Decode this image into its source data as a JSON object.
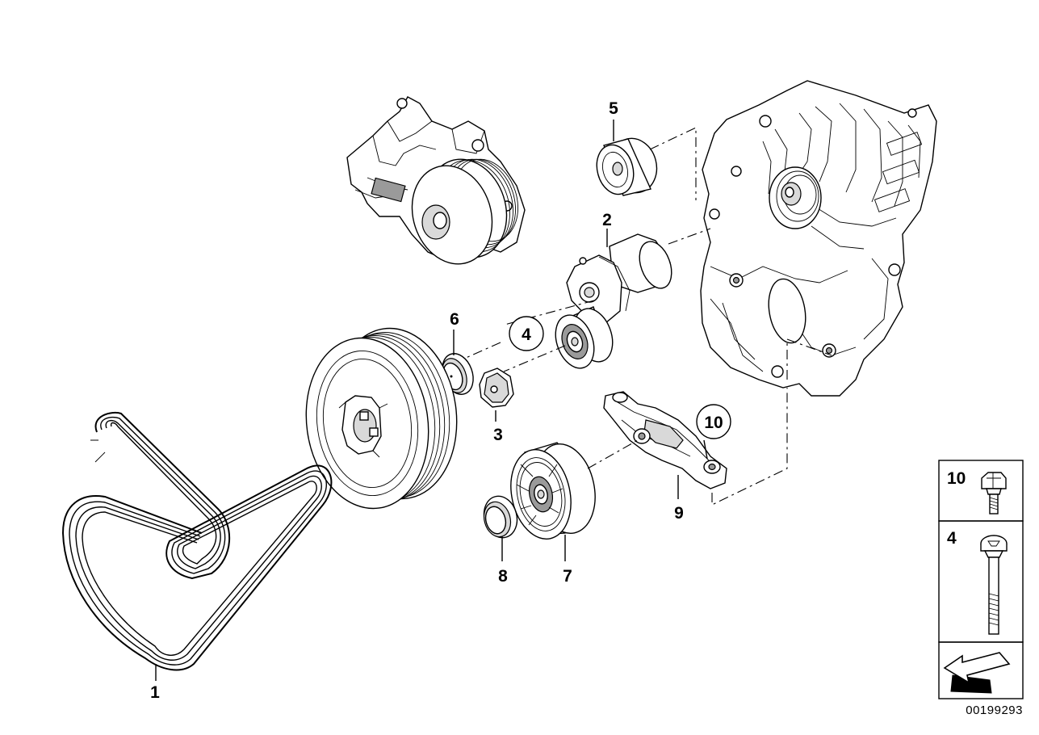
{
  "parts": [
    {
      "number": "1",
      "name": "ribbed-v-belt"
    },
    {
      "number": "2",
      "name": "belt-tensioner"
    },
    {
      "number": "3",
      "name": "protective-cap"
    },
    {
      "number": "4",
      "name": "hex-bolt"
    },
    {
      "number": "5",
      "name": "deflection-pulley"
    },
    {
      "number": "6",
      "name": "protective-cap"
    },
    {
      "number": "7",
      "name": "deflection-pulley"
    },
    {
      "number": "8",
      "name": "protective-cap"
    },
    {
      "number": "9",
      "name": "bracket"
    },
    {
      "number": "10",
      "name": "hex-bolt"
    }
  ],
  "legend": {
    "bolt_10_label": "10",
    "bolt_4_label": "4"
  },
  "document_number": "00199293",
  "icons": [
    "direction-arrow-icon"
  ]
}
